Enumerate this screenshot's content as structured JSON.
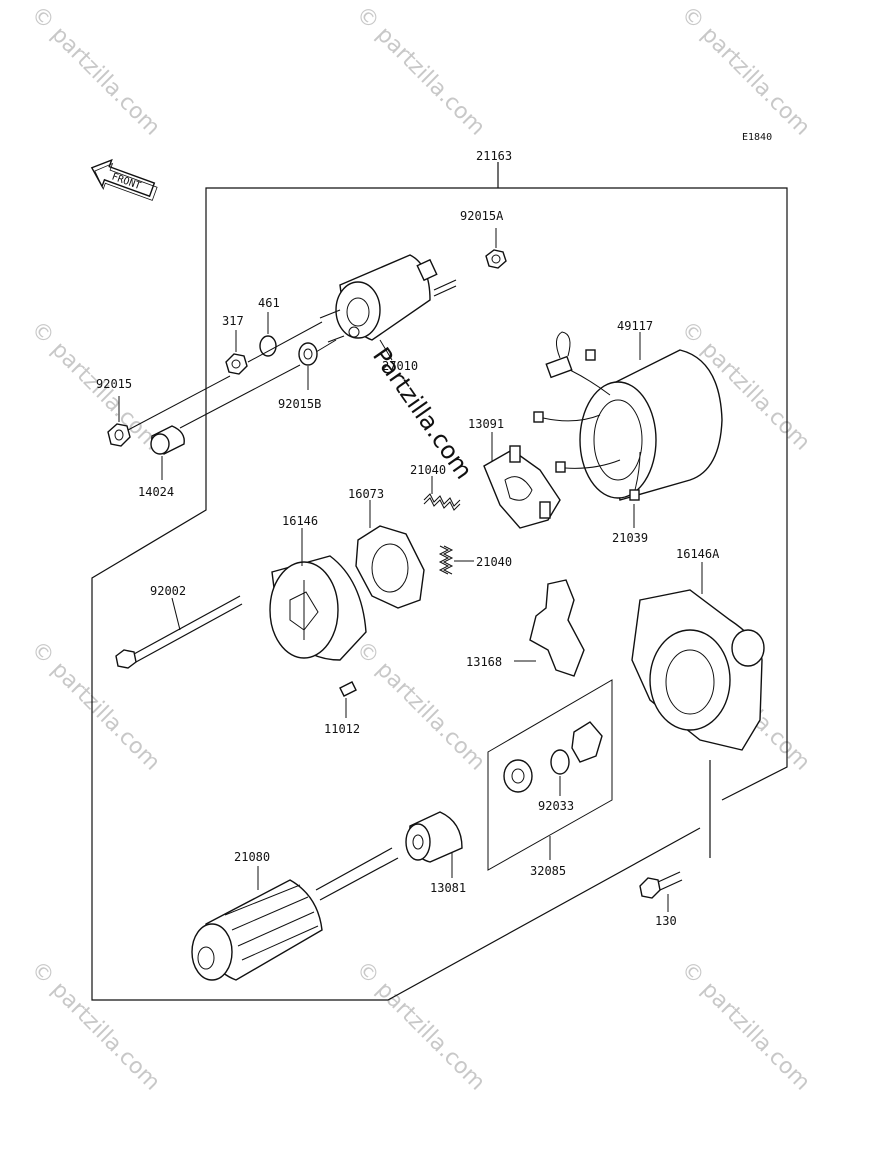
{
  "diagram_code": "E1840",
  "front_label": "FRONT",
  "watermark": "© partzilla.com",
  "center_watermark": "Partzilla.com",
  "parts": {
    "assembly": "21163",
    "nut_a": "92015A",
    "washer_461": "461",
    "nut_317": "317",
    "nut_92015": "92015",
    "nut_92015b": "92015B",
    "cap_14024": "14024",
    "solenoid": "27010",
    "yoke": "49117",
    "brush_holder": "13091",
    "spring_upper": "21040",
    "spring_lower": "21040",
    "plate_16073": "16073",
    "brush_21039": "21039",
    "cover_16146": "16146",
    "bolt_92002": "92002",
    "housing_16146a": "16146A",
    "lever_13168": "13168",
    "pin_11012": "11012",
    "circlip_92033": "92033",
    "kit_32085": "32085",
    "armature_21080": "21080",
    "clutch_13081": "13081",
    "bolt_130": "130"
  }
}
